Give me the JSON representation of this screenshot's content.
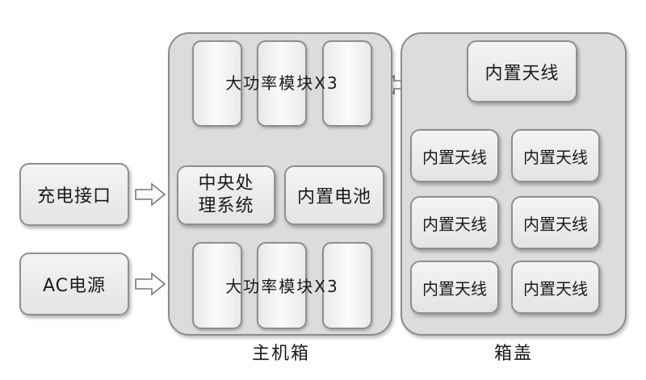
{
  "inputs": {
    "charge_port": "充电接口",
    "ac_power": "AC电源"
  },
  "main_box": {
    "caption": "主机箱",
    "module_top": "大功率模块X3",
    "module_bottom": "大功率模块X3",
    "cpu": "中央处\n理系统",
    "battery": "内置电池"
  },
  "lid": {
    "caption": "箱盖",
    "top_antenna": "内置天线",
    "antennas": [
      "内置天线",
      "内置天线",
      "内置天线",
      "内置天线",
      "内置天线",
      "内置天线"
    ]
  }
}
